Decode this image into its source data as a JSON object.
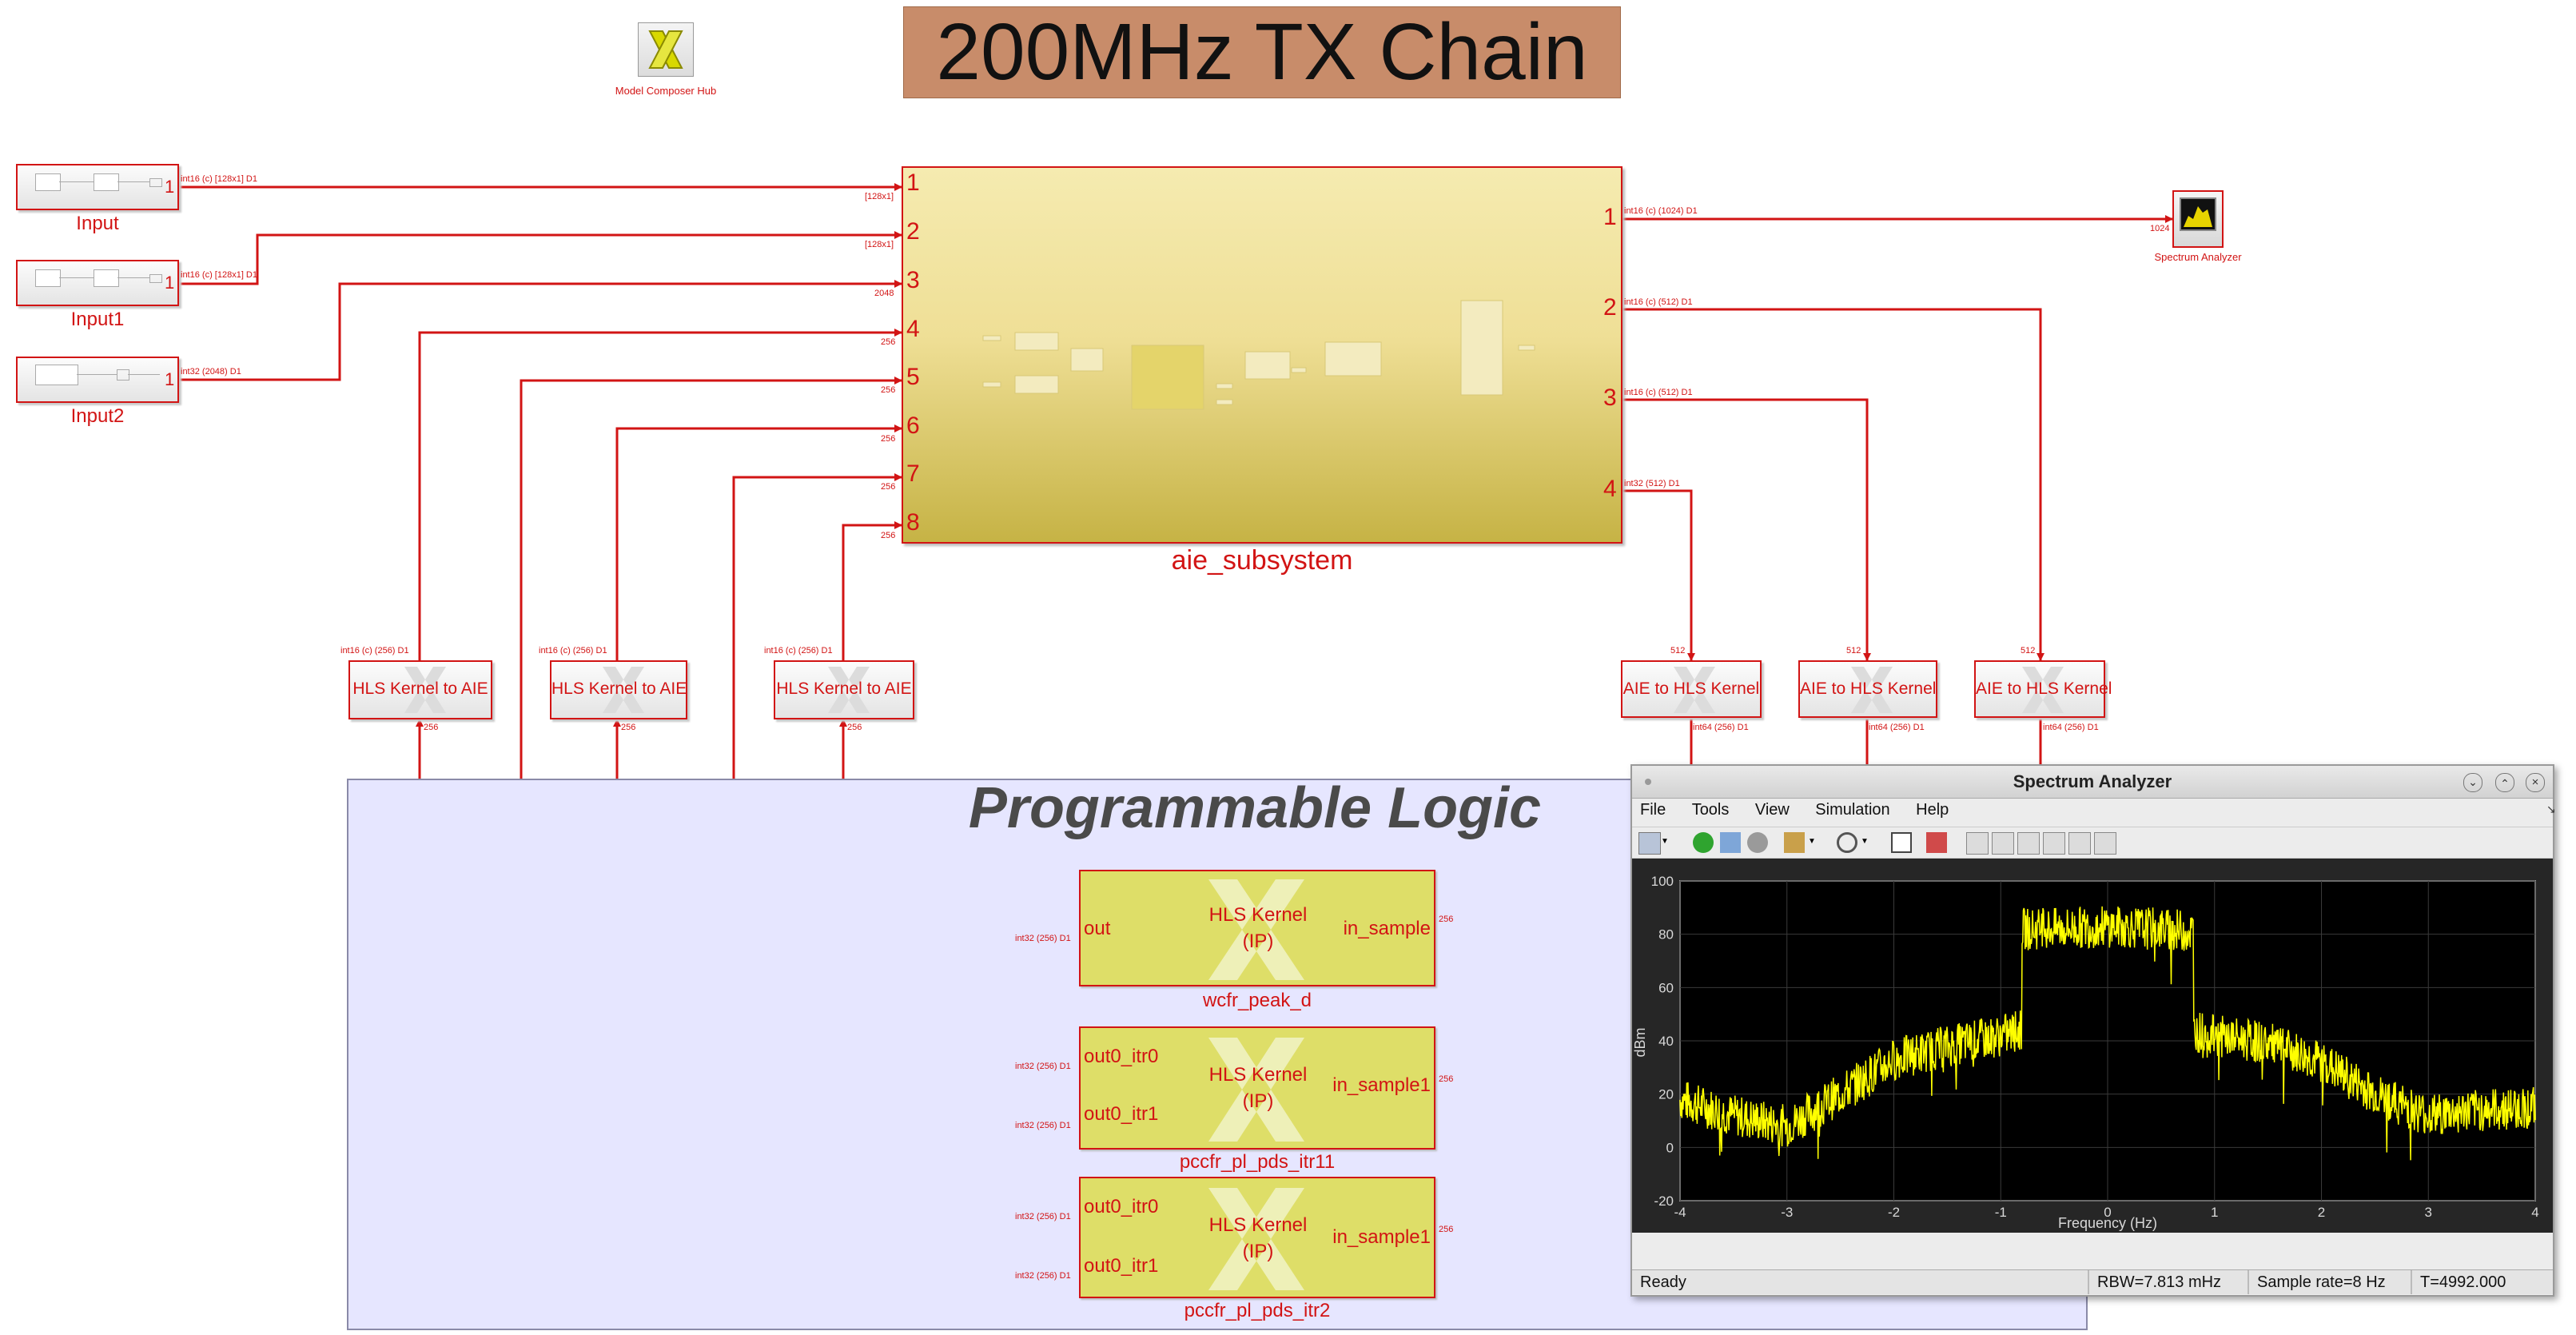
{
  "title": "200MHz TX Chain",
  "hub_label": "Model Composer Hub",
  "colors": {
    "wire": "#d21414",
    "title_bg": "#c88c6a",
    "pl_bg": "#e6e6ff",
    "hls_fill": "#dede68",
    "plot_trace": "#ffff00",
    "plot_bg": "#000000"
  },
  "inputs": [
    {
      "name": "Input",
      "sig": "int16 (c) [128x1] D1",
      "port": "1"
    },
    {
      "name": "Input1",
      "sig": "int16 (c) [128x1] D1",
      "port": "1"
    },
    {
      "name": "Input2",
      "sig": "int32 (2048) D1",
      "port": "1"
    }
  ],
  "aie": {
    "name": "aie_subsystem",
    "in_ports": [
      "1",
      "2",
      "3",
      "4",
      "5",
      "6",
      "7",
      "8"
    ],
    "in_sizes": [
      "[128x1]",
      "[128x1]",
      "2048",
      "256",
      "256",
      "256",
      "256",
      "256"
    ],
    "out_ports": [
      "1",
      "2",
      "3",
      "4"
    ],
    "out_sigs": [
      "int16 (c) (1024) D1",
      "int16 (c) (512) D1",
      "int16 (c) (512) D1",
      "int32 (512) D1"
    ]
  },
  "spectrum_block": {
    "name": "Spectrum Analyzer",
    "size": "1024"
  },
  "hls_to_aie": [
    {
      "label": "HLS Kernel to AIE",
      "sig": "int16 (c) (256) D1",
      "size": "256"
    },
    {
      "label": "HLS Kernel to AIE",
      "sig": "int16 (c) (256) D1",
      "size": "256"
    },
    {
      "label": "HLS Kernel to AIE",
      "sig": "int16 (c) (256) D1",
      "size": "256"
    }
  ],
  "aie_to_hls": [
    {
      "label": "AIE to HLS Kernel",
      "size": "512",
      "sig": "int64 (256) D1"
    },
    {
      "label": "AIE to HLS Kernel",
      "size": "512",
      "sig": "int64 (256) D1"
    },
    {
      "label": "AIE to HLS Kernel",
      "size": "512",
      "sig": "int64 (256) D1"
    }
  ],
  "pl": {
    "title": "Programmable Logic",
    "kernels": [
      {
        "name": "wcfr_peak_d",
        "center1": "HLS Kernel",
        "center2": "(IP)",
        "out_ports": [
          "out"
        ],
        "out_sigs": [
          "int32 (256) D1"
        ],
        "in_port": "in_sample",
        "in_size": "256"
      },
      {
        "name": "pccfr_pl_pds_itr11",
        "center1": "HLS Kernel",
        "center2": "(IP)",
        "out_ports": [
          "out0_itr0",
          "out0_itr1"
        ],
        "out_sigs": [
          "int32 (256) D1",
          "int32 (256) D1"
        ],
        "in_port": "in_sample1",
        "in_size": "256"
      },
      {
        "name": "pccfr_pl_pds_itr2",
        "center1": "HLS Kernel",
        "center2": "(IP)",
        "out_ports": [
          "out0_itr0",
          "out0_itr1"
        ],
        "out_sigs": [
          "int32 (256) D1",
          "int32 (256) D1"
        ],
        "in_port": "in_sample1",
        "in_size": "256"
      }
    ]
  },
  "scope": {
    "title": "Spectrum Analyzer",
    "menu": [
      "File",
      "Tools",
      "View",
      "Simulation",
      "Help"
    ],
    "ylabel": "dBm",
    "xlabel": "Frequency (Hz)",
    "status": {
      "state": "Ready",
      "rbw": "RBW=7.813 mHz",
      "rate": "Sample rate=8 Hz",
      "time": "T=4992.000"
    }
  },
  "chart_data": {
    "type": "line",
    "xlabel": "Frequency (Hz)",
    "ylabel": "dBm",
    "xlim": [
      -4,
      4
    ],
    "ylim": [
      -20,
      100
    ],
    "xticks": [
      "-4",
      "-3",
      "-2",
      "-1",
      "0",
      "1",
      "2",
      "3",
      "4"
    ],
    "yticks": [
      "-20",
      "0",
      "20",
      "40",
      "60",
      "80",
      "100"
    ],
    "grid": true,
    "series": [
      {
        "color": "#ffff00",
        "x": [
          -4.0,
          -3.5,
          -3.0,
          -2.5,
          -2.0,
          -1.5,
          -1.0,
          -0.8,
          -0.8,
          -0.5,
          0.0,
          0.5,
          0.8,
          0.8,
          1.0,
          1.5,
          2.0,
          2.5,
          3.0,
          3.5,
          4.0
        ],
        "y": [
          18,
          12,
          8,
          20,
          33,
          38,
          42,
          44,
          82,
          82,
          83,
          82,
          81,
          44,
          42,
          39,
          32,
          20,
          12,
          14,
          15
        ]
      }
    ]
  }
}
